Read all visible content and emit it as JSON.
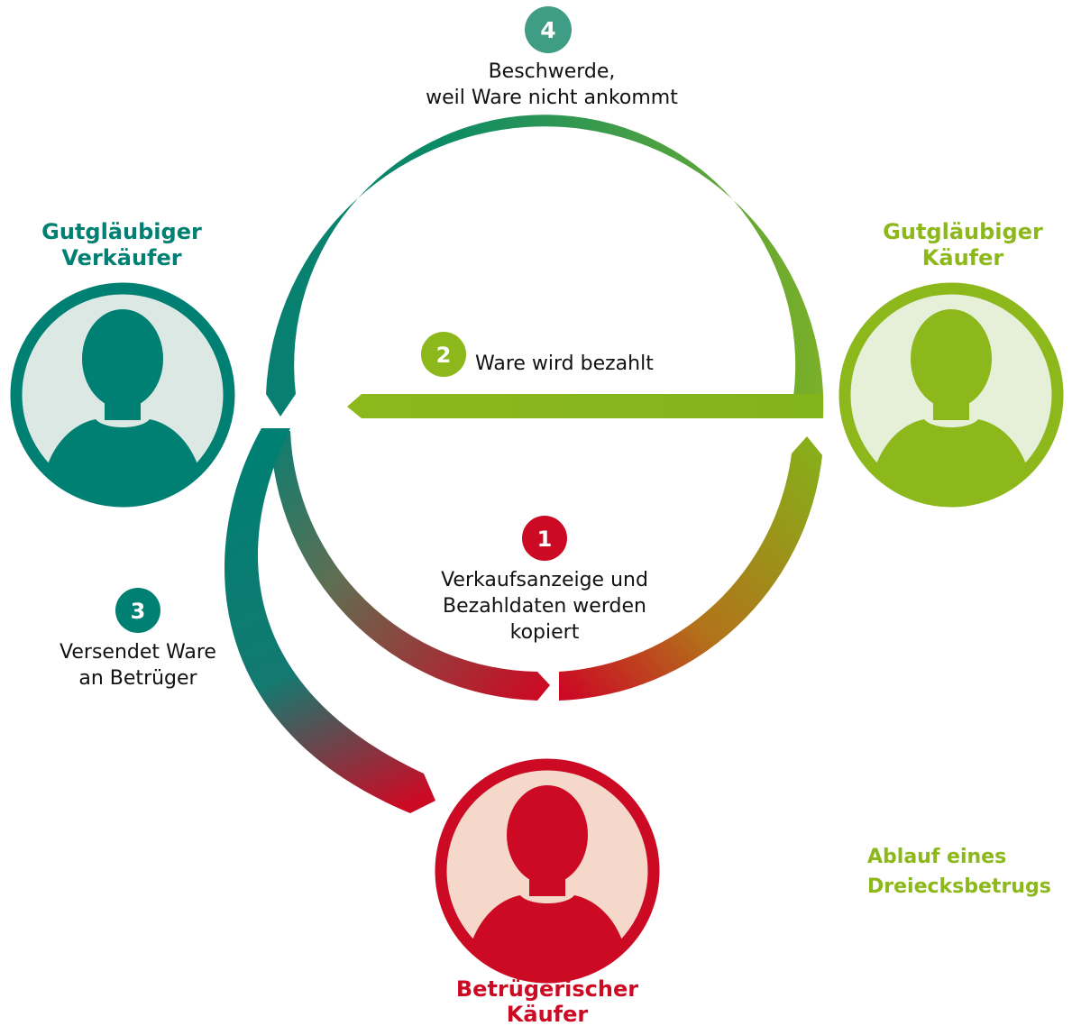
{
  "caption": {
    "line1": "Ablauf eines",
    "line2": "Dreiecksbetrugs",
    "color": "#8cb81c"
  },
  "actors": {
    "seller": {
      "line1": "Gutgläubiger",
      "line2": "Verkäufer",
      "color": "#007f73",
      "fill": "#dce8e4",
      "icon": "person-icon"
    },
    "buyer": {
      "line1": "Gutgläubiger",
      "line2": "Käufer",
      "color": "#8cb81c",
      "fill": "#e6efd8",
      "icon": "person-icon"
    },
    "fraudster": {
      "line1": "Betrügerischer",
      "line2": "Käufer",
      "color": "#cc0a24",
      "fill": "#f6d8cb",
      "icon": "person-icon"
    }
  },
  "steps": [
    {
      "number": "1",
      "color": "#cc0a24",
      "lines": [
        "Verkaufsanzeige und",
        "Bezahldaten werden",
        "kopiert"
      ]
    },
    {
      "number": "2",
      "color": "#8cb81c",
      "lines": [
        "Ware wird bezahlt"
      ]
    },
    {
      "number": "3",
      "color": "#007f73",
      "lines": [
        "Versendet Ware",
        "an Betrüger"
      ]
    },
    {
      "number": "4",
      "color": "#3f9d85",
      "lines": [
        "Beschwerde,",
        "weil Ware nicht ankommt"
      ]
    }
  ]
}
